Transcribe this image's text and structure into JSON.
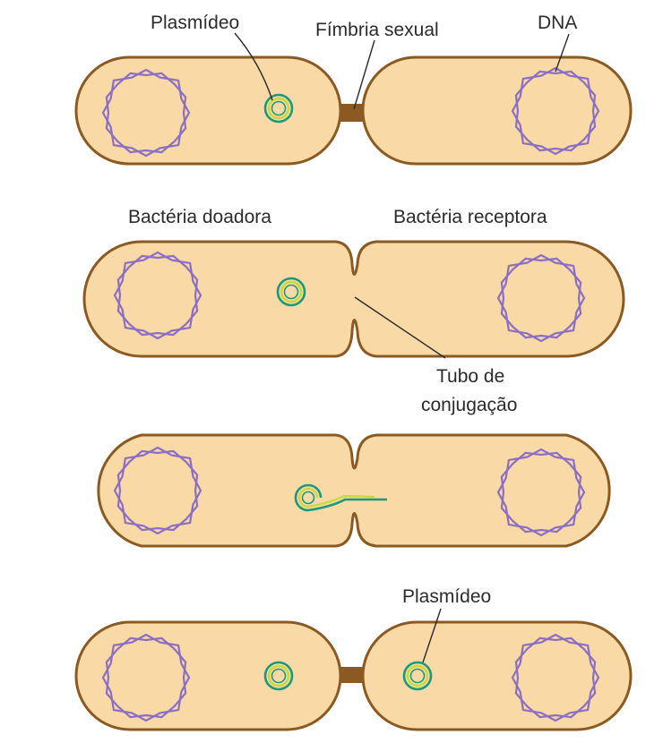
{
  "labels": {
    "plasmid_top": "Plasmídeo",
    "pilus": "Fímbria sexual",
    "dna": "DNA",
    "donor": "Bactéria doadora",
    "recipient": "Bactéria receptora",
    "tube_line1": "Tubo de",
    "tube_line2": "conjugação",
    "plasmid_bottom": "Plasmídeo"
  },
  "colors": {
    "cytoplasm": "#f9d9a5",
    "membrane": "#8a5a22",
    "chromosome_dna": "#8b6fc4",
    "plasmid_outer": "#1a9a7a",
    "plasmid_inner": "#c7d93b",
    "text": "#2b2b2b",
    "background": "#ffffff"
  },
  "stages": [
    {
      "name": "pilus-contact",
      "connection": "pilus"
    },
    {
      "name": "conjugation-tube",
      "connection": "tube"
    },
    {
      "name": "plasmid-transfer",
      "connection": "tube"
    },
    {
      "name": "two-plasmids",
      "connection": "pilus"
    }
  ]
}
